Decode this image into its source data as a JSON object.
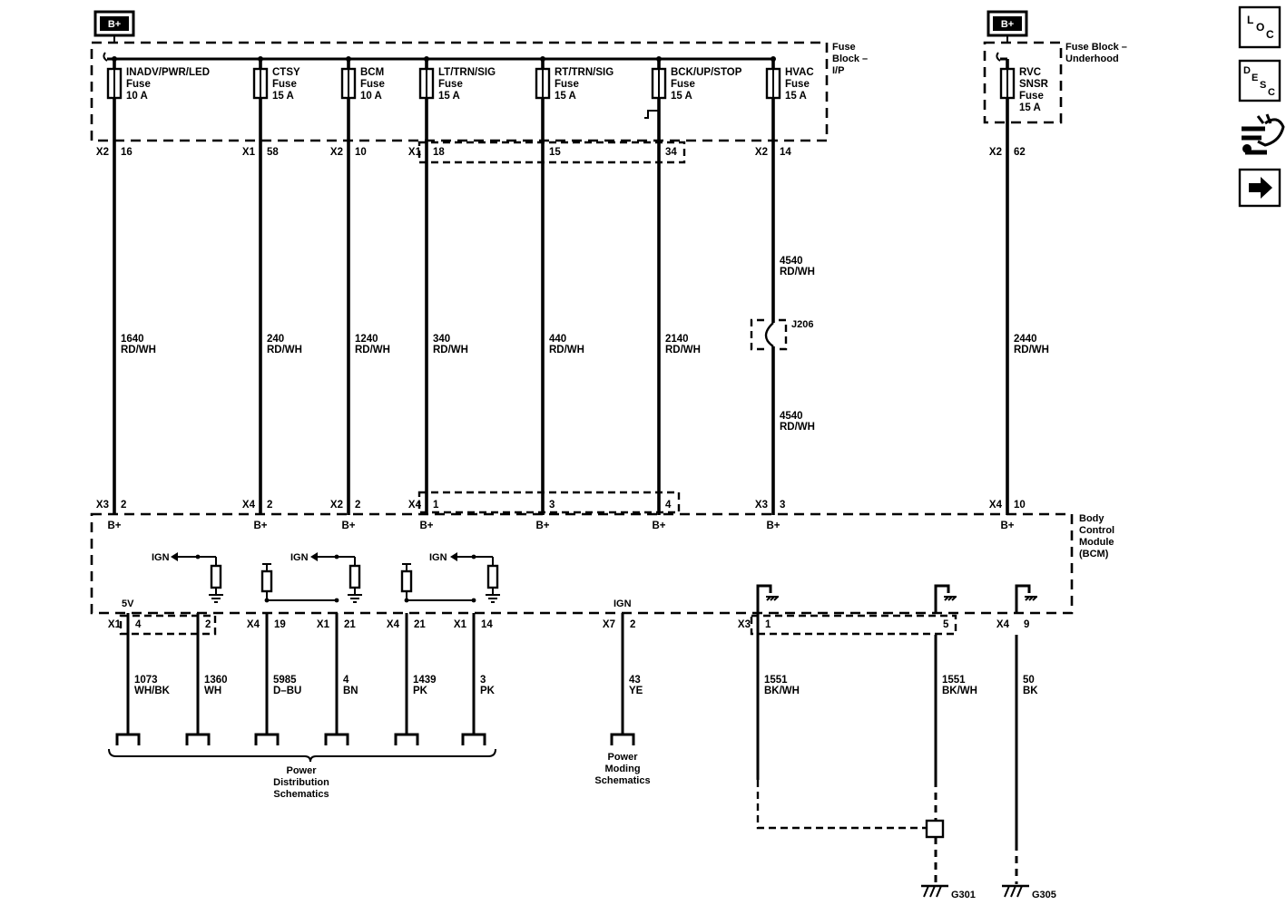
{
  "battery_labels": [
    "B+",
    "B+"
  ],
  "blocks": {
    "fuse_block_ip": [
      "Fuse",
      "Block –",
      "I/P"
    ],
    "fuse_block_underhood": [
      "Fuse Block –",
      "Underhood"
    ],
    "bcm": [
      "Body",
      "Control",
      "Module",
      "(BCM)"
    ]
  },
  "fuses": [
    {
      "lines": [
        "INADV/PWR/LED",
        "Fuse",
        "10 A"
      ],
      "top_conn": "X2",
      "top_pin": "16",
      "circuit": "1640",
      "color": "RD/WH",
      "bot_conn": "X3",
      "bot_pin": "2",
      "bcm_label": "B+"
    },
    {
      "lines": [
        "CTSY",
        "Fuse",
        "15 A"
      ],
      "top_conn": "X1",
      "top_pin": "58",
      "circuit": "240",
      "color": "RD/WH",
      "bot_conn": "X4",
      "bot_pin": "2",
      "bcm_label": "B+"
    },
    {
      "lines": [
        "BCM",
        "Fuse",
        "10 A"
      ],
      "top_conn": "X2",
      "top_pin": "10",
      "circuit": "1240",
      "color": "RD/WH",
      "bot_conn": "X2",
      "bot_pin": "2",
      "bcm_label": "B+"
    },
    {
      "lines": [
        "LT/TRN/SIG",
        "Fuse",
        "15 A"
      ],
      "top_conn": "X1",
      "top_pin": "18",
      "circuit": "340",
      "color": "RD/WH",
      "bot_conn": "X4",
      "bot_pin": "1",
      "bcm_label": "B+"
    },
    {
      "lines": [
        "RT/TRN/SIG",
        "Fuse",
        "15 A"
      ],
      "top_conn": "",
      "top_pin": "15",
      "circuit": "440",
      "color": "RD/WH",
      "bot_conn": "",
      "bot_pin": "3",
      "bcm_label": "B+"
    },
    {
      "lines": [
        "BCK/UP/STOP",
        "Fuse",
        "15 A"
      ],
      "top_conn": "",
      "top_pin": "34",
      "circuit": "2140",
      "color": "RD/WH",
      "bot_conn": "",
      "bot_pin": "4",
      "bcm_label": "B+"
    },
    {
      "lines": [
        "HVAC",
        "Fuse",
        "15 A"
      ],
      "top_conn": "X2",
      "top_pin": "14",
      "circuit": "4540",
      "color": "RD/WH",
      "bot_conn": "X3",
      "bot_pin": "3",
      "bcm_label": "B+"
    },
    {
      "lines": [
        "RVC",
        "SNSR",
        "Fuse",
        "15 A"
      ],
      "top_conn": "X2",
      "top_pin": "62",
      "circuit": "2440",
      "color": "RD/WH",
      "bot_conn": "X4",
      "bot_pin": "10",
      "bcm_label": "B+"
    }
  ],
  "splice": {
    "id": "J206",
    "circuit_above": "4540",
    "color_above": "RD/WH",
    "circuit_below": "4540",
    "color_below": "RD/WH"
  },
  "ign_labels": [
    "IGN",
    "IGN",
    "IGN"
  ],
  "internal_labels": {
    "five_v": "5V",
    "ign": "IGN"
  },
  "lower_wires": [
    {
      "conn": "X1",
      "pin": "4",
      "circuit": "1073",
      "color": "WH/BK"
    },
    {
      "conn": "",
      "pin": "2",
      "circuit": "1360",
      "color": "WH"
    },
    {
      "conn": "X4",
      "pin": "19",
      "circuit": "5985",
      "color": "D–BU"
    },
    {
      "conn": "X1",
      "pin": "21",
      "circuit": "4",
      "color": "BN"
    },
    {
      "conn": "X4",
      "pin": "21",
      "circuit": "1439",
      "color": "PK"
    },
    {
      "conn": "X1",
      "pin": "14",
      "circuit": "3",
      "color": "PK"
    },
    {
      "conn": "X7",
      "pin": "2",
      "circuit": "43",
      "color": "YE"
    },
    {
      "conn": "X3",
      "pin": "1",
      "circuit": "1551",
      "color": "BK/WH"
    },
    {
      "conn": "",
      "pin": "5",
      "circuit": "1551",
      "color": "BK/WH"
    },
    {
      "conn": "X4",
      "pin": "9",
      "circuit": "50",
      "color": "BK"
    }
  ],
  "destinations": {
    "power_distribution": [
      "Power",
      "Distribution",
      "Schematics"
    ],
    "power_moding": [
      "Power",
      "Moding",
      "Schematics"
    ]
  },
  "grounds": [
    "G301",
    "G305"
  ],
  "side_buttons": [
    {
      "name": "location-button",
      "icon": "loc-icon",
      "glyphs": [
        "L",
        "O",
        "C"
      ]
    },
    {
      "name": "description-button",
      "icon": "desc-icon",
      "glyphs": [
        "D",
        "E",
        "S",
        "C"
      ]
    },
    {
      "name": "connector-button",
      "icon": "connector-plug-icon"
    },
    {
      "name": "next-page-button",
      "icon": "arrow-right-icon"
    }
  ]
}
